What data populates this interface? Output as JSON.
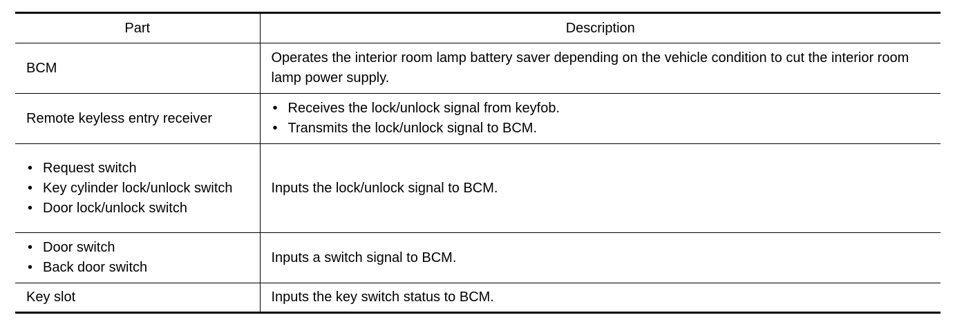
{
  "table": {
    "headers": {
      "part": "Part",
      "description": "Description"
    },
    "rows": [
      {
        "part": "BCM",
        "description": "Operates the interior room lamp battery saver depending on the vehicle condition to cut the interior room lamp power supply."
      },
      {
        "part": "Remote keyless entry receiver",
        "description_items": [
          "Receives the lock/unlock signal from keyfob.",
          "Transmits the lock/unlock signal to BCM."
        ]
      },
      {
        "part_items": [
          "Request switch",
          "Key cylinder lock/unlock switch",
          "Door lock/unlock switch"
        ],
        "description": "Inputs the lock/unlock signal to BCM."
      },
      {
        "part_items": [
          "Door switch",
          "Back door switch"
        ],
        "description": "Inputs a switch signal to BCM."
      },
      {
        "part": "Key slot",
        "description": "Inputs the key switch status to BCM."
      }
    ],
    "bullet": "•"
  }
}
